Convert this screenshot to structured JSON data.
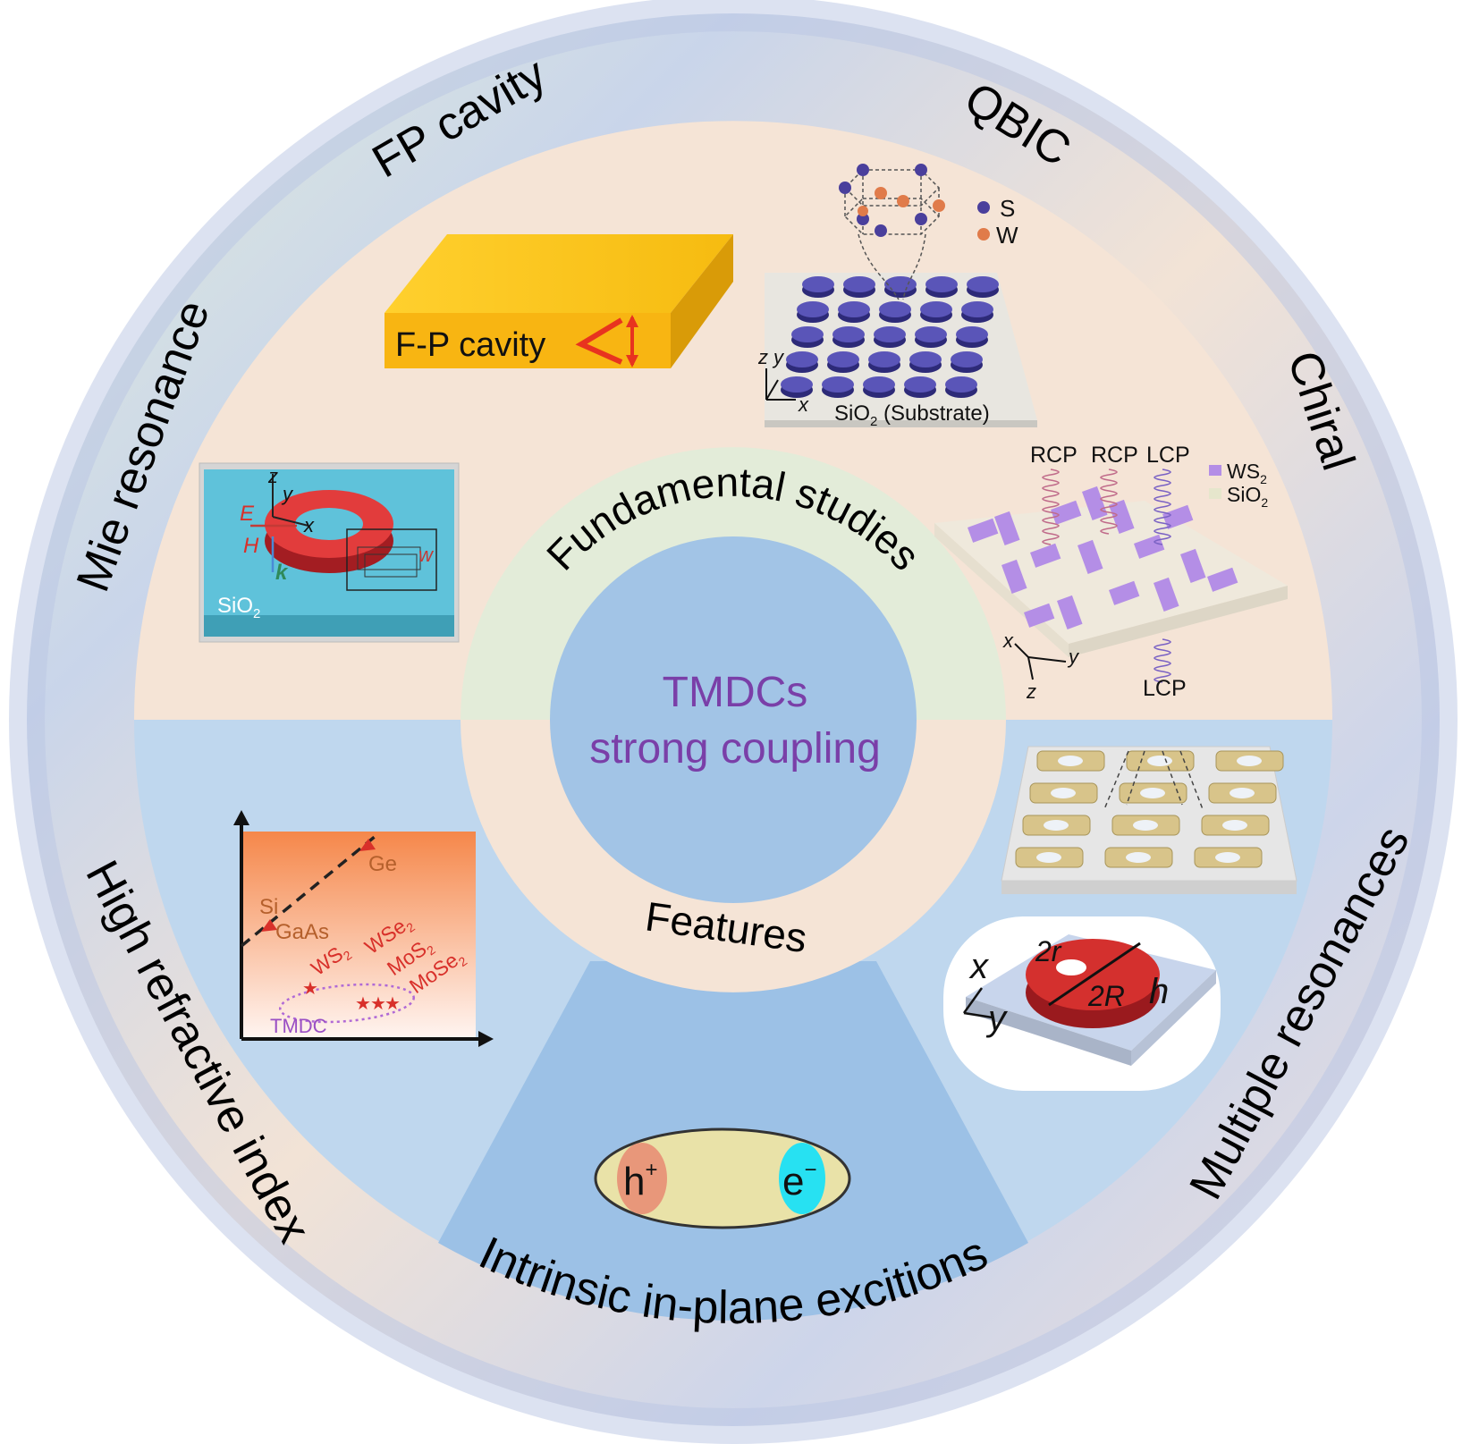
{
  "outer_ring": {
    "fp_cavity": "FP cavity",
    "qbic": "QBIC",
    "chiral": "Chiral",
    "mie": "Mie resonance",
    "high_index": "High refractive index",
    "multiple": "Multiple resonances",
    "excitons": "Intrinsic in-plane excitions"
  },
  "middle_ring": {
    "fundamental": "Fundamental studies",
    "features": "Features"
  },
  "center": {
    "line1": "TMDCs",
    "line2": "strong coupling"
  },
  "fp_panel": {
    "label": "F-P cavity"
  },
  "qbic_panel": {
    "legend_s": "S",
    "legend_w": "W",
    "substrate": "SiO",
    "substrate_sub": "2",
    "substrate_suffix": " (Substrate)",
    "axis_z": "z",
    "axis_y": "y",
    "axis_x": "x"
  },
  "chiral_panel": {
    "rcp1": "RCP",
    "rcp2": "RCP",
    "lcp1": "LCP",
    "lcp_bottom": "LCP",
    "ws": "WS",
    "ws_sub": "2",
    "sio": "SiO",
    "sio_sub": "2",
    "axis_x": "x",
    "axis_y": "y",
    "axis_z": "z"
  },
  "mie_panel": {
    "z": "z",
    "y": "y",
    "x": "x",
    "E": "E",
    "H": "H",
    "k": "k",
    "w": "w",
    "sio": "SiO",
    "sio_sub": "2"
  },
  "index_panel": {
    "ge": "Ge",
    "si": "Si",
    "gaas": "GaAs",
    "ws2": "WS",
    "wse2": "WSe",
    "mos2": "MoS",
    "mose2": "MoSe",
    "sub2": "2",
    "tmdc": "TMDC"
  },
  "multi_panel": {
    "x": "x",
    "y": "y",
    "r": "2r",
    "R": "2R",
    "h": "h"
  },
  "exciton_panel": {
    "hole": "h",
    "hole_sup": "+",
    "electron": "e",
    "electron_sup": "−"
  }
}
